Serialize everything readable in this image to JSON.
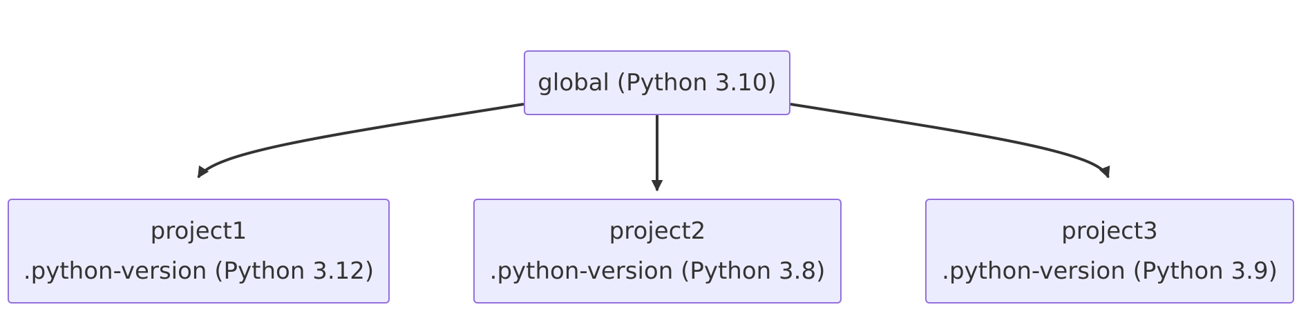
{
  "diagram": {
    "type": "flowchart-top-down",
    "colors": {
      "node_fill": "#ececff",
      "node_border": "#9370db",
      "edge": "#333333",
      "text": "#333333"
    },
    "nodes": {
      "global": {
        "label": "global (Python 3.10)"
      },
      "project1": {
        "name": "project1",
        "version": ".python-version (Python 3.12)"
      },
      "project2": {
        "name": "project2",
        "version": ".python-version (Python 3.8)"
      },
      "project3": {
        "name": "project3",
        "version": ".python-version (Python 3.9)"
      }
    },
    "edges": [
      {
        "from": "global",
        "to": "project1"
      },
      {
        "from": "global",
        "to": "project2"
      },
      {
        "from": "global",
        "to": "project3"
      }
    ]
  }
}
